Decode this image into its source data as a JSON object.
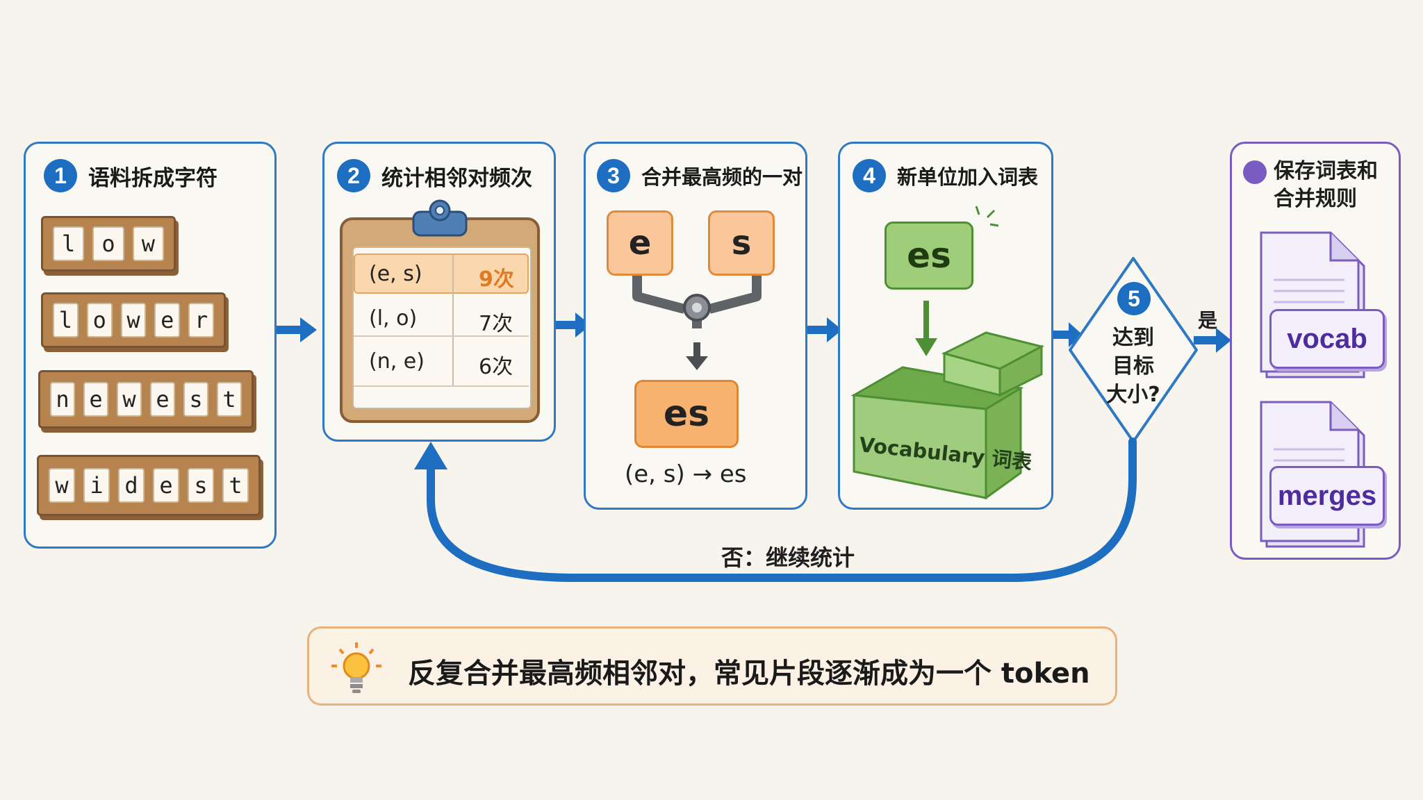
{
  "steps": {
    "s1": {
      "num": "1",
      "title": "语料拆成字符"
    },
    "s2": {
      "num": "2",
      "title": "统计相邻对频次"
    },
    "s3": {
      "num": "3",
      "title": "合并最高频的一对"
    },
    "s4": {
      "num": "4",
      "title": "新单位加入词表"
    },
    "s5": {
      "num": "5",
      "question": [
        "达到",
        "目标",
        "大小?"
      ]
    },
    "s6": {
      "title_line1": "保存词表和",
      "title_line2": "合并规则"
    }
  },
  "words": [
    [
      "l",
      "o",
      "w"
    ],
    [
      "l",
      "o",
      "w",
      "e",
      "r"
    ],
    [
      "n",
      "e",
      "w",
      "e",
      "s",
      "t"
    ],
    [
      "w",
      "i",
      "d",
      "e",
      "s",
      "t"
    ]
  ],
  "pairs": [
    {
      "pair": "(e, s)",
      "count": "9次"
    },
    {
      "pair": "(l, o)",
      "count": "7次"
    },
    {
      "pair": "(n, e)",
      "count": "6次"
    }
  ],
  "merge": {
    "left": "e",
    "right": "s",
    "result": "es",
    "rule": "(e, s) → es"
  },
  "vocab_box": {
    "new_token": "es",
    "label": "Vocabulary 词表"
  },
  "outputs": {
    "vocab": "vocab",
    "merges": "merges"
  },
  "branches": {
    "yes": "是",
    "no": "否：继续统计"
  },
  "tip": "反复合并最高频相邻对，常见片段逐渐成为一个 token",
  "colors": {
    "blue": "#1d6ec0",
    "orange": "#e08a3c",
    "green": "#4e8f34",
    "purple": "#7a5bbf"
  }
}
